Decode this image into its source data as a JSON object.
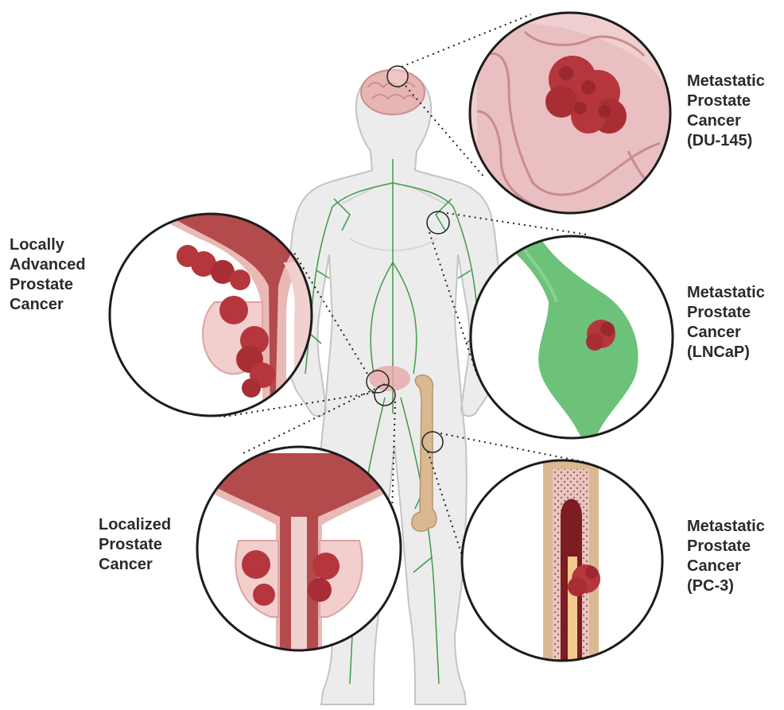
{
  "labels": {
    "brain": [
      "Metastatic",
      "Prostate",
      "Cancer",
      "(DU-145)"
    ],
    "lymph": [
      "Metastatic",
      "Prostate",
      "Cancer",
      "(LNCaP)"
    ],
    "bone": [
      "Metastatic",
      "Prostate",
      "Cancer",
      "(PC-3)"
    ],
    "locally_advanced": [
      "Locally",
      "Advanced",
      "Prostate",
      "Cancer"
    ],
    "localized": [
      "Localized",
      "Prostate",
      "Cancer"
    ]
  },
  "colors": {
    "body_fill": "#ececec",
    "body_outline": "#c4c4c4",
    "lymph_vessel": "#3f9a47",
    "tumor": "#b5363d",
    "tumor_dark": "#8c1f27",
    "prostate_tissue": "#e9b9b6",
    "prostate_dark": "#b34a4c",
    "lymph_node": "#6dc27a",
    "bone": "#d9b892",
    "marrow": "#7d1c22",
    "circle_stroke": "#1c1c1c",
    "connector": "#222222"
  },
  "icons": [
    "brain-icon",
    "lymph-node-icon",
    "bone-icon",
    "prostate-icon",
    "human-body-icon"
  ]
}
